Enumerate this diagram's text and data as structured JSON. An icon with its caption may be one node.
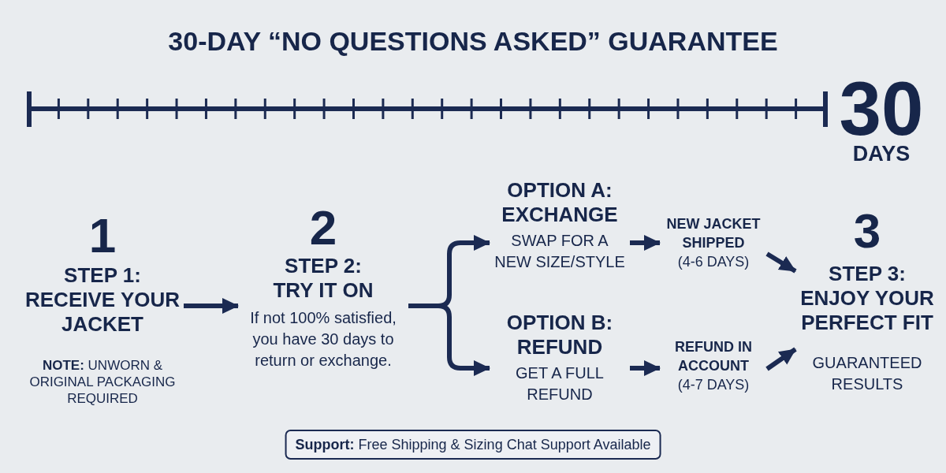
{
  "diagram": {
    "title": "30-DAY “NO QUESTIONS ASKED” GUARANTEE",
    "nodes": [
      {
        "text": [
          "1",
          "STEP 1: RECEIVE YOUR JACKET",
          "**NOTE:** UNWORN & ORIGINAL PACKAGING REQUIRED"
        ]
      },
      {
        "text": [
          "2",
          "STEP 2: TRY IT ON",
          "If not 100% satisfied, you have 30 days to return or exchange."
        ]
      },
      {
        "text": [
          "OPTION A: EXCHANGE",
          "SWAP FOR A NEW SIZE/STYLE"
        ]
      },
      {
        "text": [
          "OPTION B: REFUND",
          "GET A FULL REFUND"
        ]
      },
      {
        "text": [
          "NEW JACKET SHIPPED",
          "(4-6 DAYS)"
        ]
      },
      {
        "text": [
          "REFUND IN ACCOUNT",
          "(4-7 DAYS)"
        ]
      },
      {
        "text": [
          "3",
          "STEP 3: ENJOY YOUR PERFECT FIT",
          "GUARANTEED RESULTS"
        ]
      },
      {
        "text": [
          "**Support:** Free Shipping & Sizing Chat Support Available"
        ]
      }
    ],
    "edges": [
      {
        "from": 0,
        "to": 1,
        "arrow": "to"
      },
      {
        "from": 1,
        "to": 2,
        "arrow": "to"
      },
      {
        "from": 1,
        "to": 3,
        "arrow": "to"
      },
      {
        "from": 2,
        "to": 4,
        "arrow": "to"
      },
      {
        "from": 3,
        "to": 5,
        "arrow": "to"
      },
      {
        "from": 4,
        "to": 6,
        "arrow": "to"
      },
      {
        "from": 5,
        "to": 6,
        "arrow": "to"
      }
    ],
    "labels": [
      "30",
      "DAYS"
    ]
  }
}
